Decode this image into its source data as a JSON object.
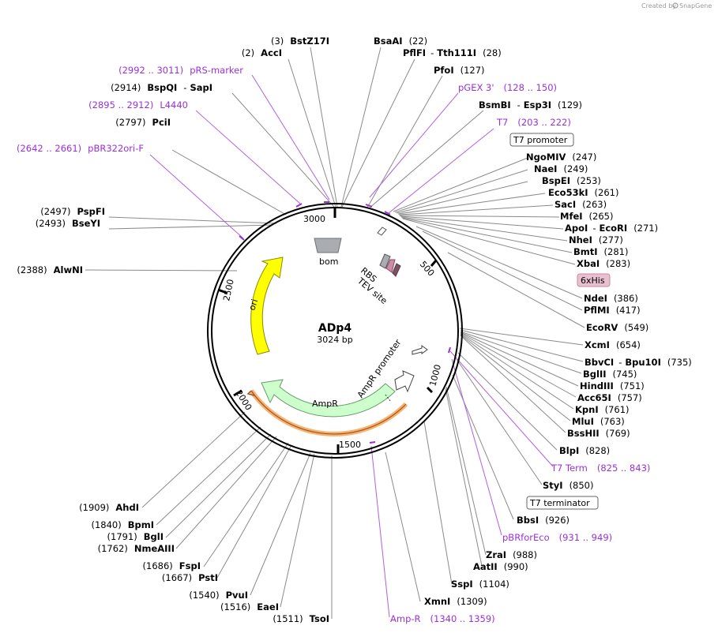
{
  "credit": {
    "prefix": "Created by",
    "brand": "SnapGene"
  },
  "plasmid": {
    "name": "ADp4",
    "size": "3024 bp"
  },
  "ticks": [
    "500",
    "1000",
    "1500",
    "2000",
    "2500",
    "3000"
  ],
  "features": {
    "bom": "bom",
    "rbs": "RBS",
    "tev": "TEV site",
    "ori": "ori",
    "ampr": "AmpR",
    "ampr_promoter": "AmpR promoter"
  },
  "boxed": {
    "t7_promoter": "T7 promoter",
    "his": "6xHis",
    "t7_terminator": "T7 terminator"
  },
  "right_labels": [
    {
      "name": "BsaAI",
      "pos": "(22)"
    },
    {
      "name": "PflFI",
      "sep": "-",
      "name2": "Tth111I",
      "pos": "(28)"
    },
    {
      "name": "PfoI",
      "pos": "(127)"
    },
    {
      "primer": "pGEX 3'",
      "range": "(128 .. 150)"
    },
    {
      "name": "BsmBI",
      "sep": "-",
      "name2": "Esp3I",
      "pos": "(129)"
    },
    {
      "primer": "T7",
      "range": "(203 .. 222)"
    },
    {
      "name": "NgoMIV",
      "pos": "(247)"
    },
    {
      "name": "NaeI",
      "pos": "(249)"
    },
    {
      "name": "BspEI",
      "pos": "(253)"
    },
    {
      "name": "Eco53kI",
      "pos": "(261)"
    },
    {
      "name": "SacI",
      "pos": "(263)"
    },
    {
      "name": "MfeI",
      "pos": "(265)"
    },
    {
      "name": "ApoI",
      "sep": "-",
      "name2": "EcoRI",
      "pos": "(271)"
    },
    {
      "name": "NheI",
      "pos": "(277)"
    },
    {
      "name": "BmtI",
      "pos": "(281)"
    },
    {
      "name": "XbaI",
      "pos": "(283)"
    },
    {
      "name": "NdeI",
      "pos": "(386)"
    },
    {
      "name": "PflMI",
      "pos": "(417)"
    },
    {
      "name": "EcoRV",
      "pos": "(549)"
    },
    {
      "name": "XcmI",
      "pos": "(654)"
    },
    {
      "name": "BbvCI",
      "sep": "-",
      "name2": "Bpu10I",
      "pos": "(735)"
    },
    {
      "name": "BglII",
      "pos": "(745)"
    },
    {
      "name": "HindIII",
      "pos": "(751)"
    },
    {
      "name": "Acc65I",
      "pos": "(757)"
    },
    {
      "name": "KpnI",
      "pos": "(761)"
    },
    {
      "name": "MluI",
      "pos": "(763)"
    },
    {
      "name": "BssHII",
      "pos": "(769)"
    },
    {
      "name": "BlpI",
      "pos": "(828)"
    },
    {
      "primer": "T7 Term",
      "range": "(825 .. 843)"
    },
    {
      "name": "StyI",
      "pos": "(850)"
    },
    {
      "name": "BbsI",
      "pos": "(926)"
    },
    {
      "primer": "pBRforEco",
      "range": "(931 .. 949)"
    },
    {
      "name": "ZraI",
      "pos": "(988)"
    },
    {
      "name": "AatII",
      "pos": "(990)"
    },
    {
      "name": "SspI",
      "pos": "(1104)"
    },
    {
      "name": "XmnI",
      "pos": "(1309)"
    },
    {
      "primer": "Amp-R",
      "range": "(1340 .. 1359)"
    }
  ],
  "left_labels": [
    {
      "pos": "(3)",
      "name": "BstZ17I"
    },
    {
      "pos": "(2)",
      "name": "AccI"
    },
    {
      "range": "(2992 .. 3011)",
      "primer": "pRS-marker"
    },
    {
      "pos": "(2914)",
      "name": "BspQI",
      "sep": "-",
      "name2": "SapI"
    },
    {
      "range": "(2895 .. 2912)",
      "primer": "L4440"
    },
    {
      "pos": "(2797)",
      "name": "PciI"
    },
    {
      "range": "(2642 .. 2661)",
      "primer": "pBR322ori-F"
    },
    {
      "pos": "(2497)",
      "name": "PspFI"
    },
    {
      "pos": "(2493)",
      "name": "BseYI"
    },
    {
      "pos": "(2388)",
      "name": "AlwNI"
    },
    {
      "pos": "(1909)",
      "name": "AhdI"
    },
    {
      "pos": "(1840)",
      "name": "BpmI"
    },
    {
      "pos": "(1791)",
      "name": "BglI"
    },
    {
      "pos": "(1762)",
      "name": "NmeAIII"
    },
    {
      "pos": "(1686)",
      "name": "FspI"
    },
    {
      "pos": "(1667)",
      "name": "PstI"
    },
    {
      "pos": "(1540)",
      "name": "PvuI"
    },
    {
      "pos": "(1516)",
      "name": "EaeI"
    },
    {
      "pos": "(1511)",
      "name": "TsoI"
    }
  ]
}
